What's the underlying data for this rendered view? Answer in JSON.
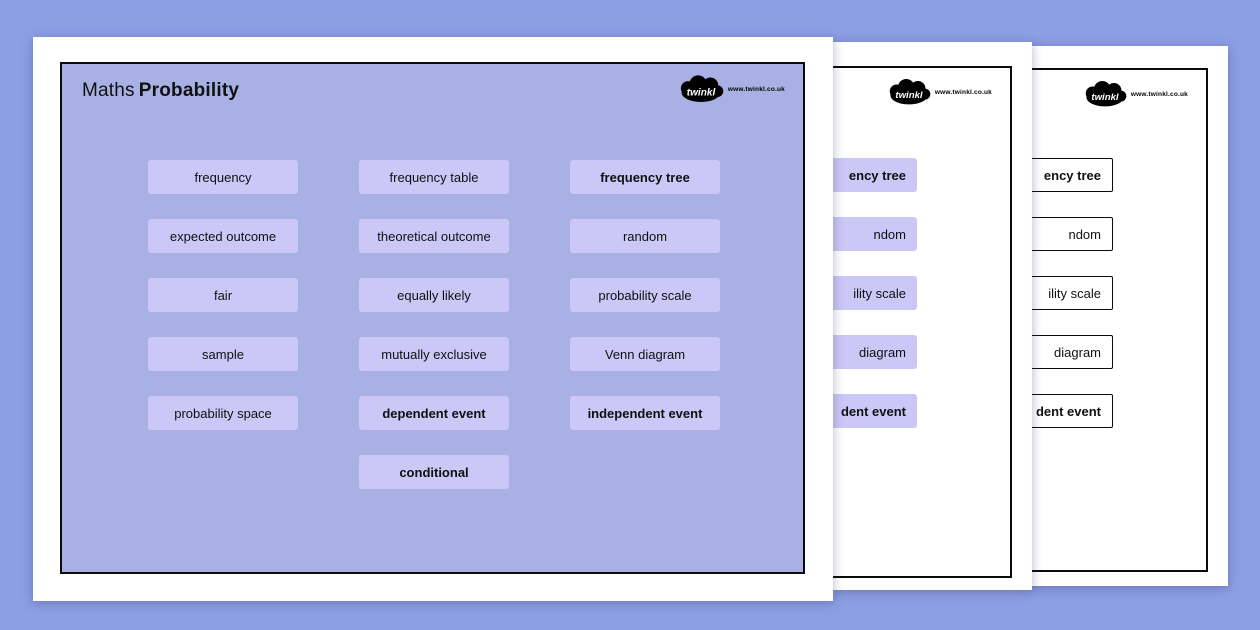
{
  "colors": {
    "bg": "#8d9ee5",
    "page": "#ffffff",
    "panel": "#a8b0e4",
    "card": "#cbc7f6",
    "line": "#0c0c0c",
    "text": "#111111"
  },
  "logo": {
    "brand": "twinkl",
    "url": "www.twinkl.co.uk"
  },
  "page1": {
    "title_regular": "Maths",
    "title_bold": "Probability",
    "cards": [
      {
        "label": "frequency",
        "bold": false
      },
      {
        "label": "frequency table",
        "bold": false
      },
      {
        "label": "frequency tree",
        "bold": true
      },
      {
        "label": "expected outcome",
        "bold": false
      },
      {
        "label": "theoretical outcome",
        "bold": false
      },
      {
        "label": "random",
        "bold": false
      },
      {
        "label": "fair",
        "bold": false
      },
      {
        "label": "equally likely",
        "bold": false
      },
      {
        "label": "probability scale",
        "bold": false
      },
      {
        "label": "sample",
        "bold": false
      },
      {
        "label": "mutually exclusive",
        "bold": false
      },
      {
        "label": "Venn diagram",
        "bold": false
      },
      {
        "label": "probability space",
        "bold": false
      },
      {
        "label": "dependent event",
        "bold": true
      },
      {
        "label": "independent event",
        "bold": true
      },
      {
        "label": "conditional",
        "bold": true
      }
    ]
  },
  "page2": {
    "cards": [
      {
        "label": "ency tree",
        "bold": true
      },
      {
        "label": "ndom",
        "bold": false
      },
      {
        "label": "ility scale",
        "bold": false
      },
      {
        "label": "diagram",
        "bold": false
      },
      {
        "label": "dent event",
        "bold": true
      }
    ]
  },
  "page3": {
    "cards": [
      {
        "label": "ency tree",
        "bold": true
      },
      {
        "label": "ndom",
        "bold": false
      },
      {
        "label": "ility scale",
        "bold": false
      },
      {
        "label": "diagram",
        "bold": false
      },
      {
        "label": "dent event",
        "bold": true
      }
    ]
  }
}
